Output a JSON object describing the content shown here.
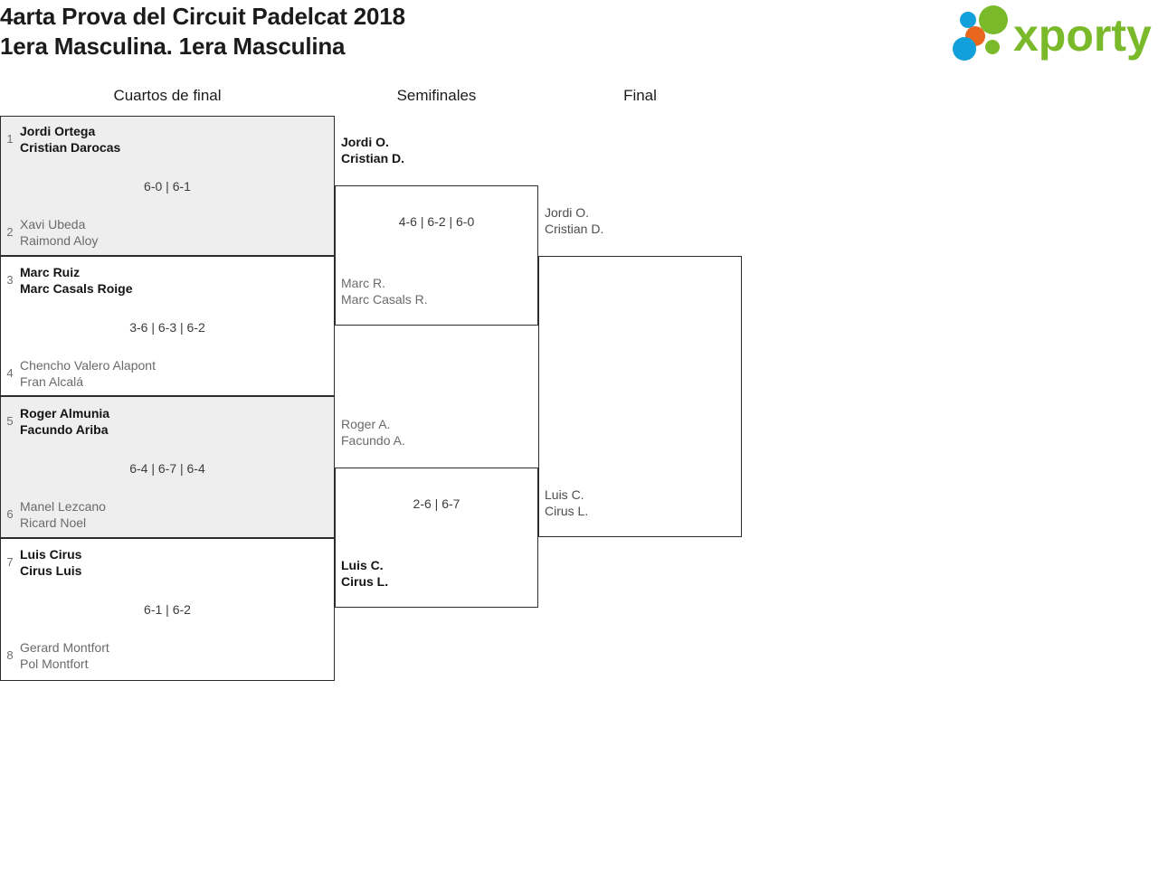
{
  "header": {
    "title_line1": "4arta Prova del Circuit Padelcat 2018",
    "title_line2": "1era Masculina. 1era Masculina",
    "logo_text": "xporty",
    "logo_colors": {
      "green": "#7ab929",
      "blue": "#12a0db",
      "orange": "#e8671c"
    }
  },
  "rounds": {
    "r1_label": "Cuartos de final",
    "r2_label": "Semifinales",
    "r3_label": "Final"
  },
  "colors": {
    "shaded_row": "#eeeeee",
    "line": "#2b2b2b",
    "winner_text": "#141414",
    "loser_text": "#6a6a6a"
  },
  "quarterfinals": [
    {
      "top": {
        "seed": "1",
        "player1": "Jordi Ortega",
        "player2": "Cristian Darocas",
        "result": "winner"
      },
      "bottom": {
        "seed": "2",
        "player1": "Xavi Ubeda",
        "player2": "Raimond Aloy",
        "result": "loser"
      },
      "score": "6-0 | 6-1"
    },
    {
      "top": {
        "seed": "3",
        "player1": "Marc Ruiz",
        "player2": "Marc Casals Roige",
        "result": "winner"
      },
      "bottom": {
        "seed": "4",
        "player1": "Chencho Valero Alapont",
        "player2": "Fran Alcalá",
        "result": "loser"
      },
      "score": "3-6 | 6-3 | 6-2"
    },
    {
      "top": {
        "seed": "5",
        "player1": "Roger Almunia",
        "player2": "Facundo Ariba",
        "result": "winner"
      },
      "bottom": {
        "seed": "6",
        "player1": "Manel Lezcano",
        "player2": "Ricard Noel",
        "result": "loser"
      },
      "score": "6-4 | 6-7 | 6-4"
    },
    {
      "top": {
        "seed": "7",
        "player1": "Luis Cirus",
        "player2": "Cirus Luis",
        "result": "winner"
      },
      "bottom": {
        "seed": "8",
        "player1": "Gerard Montfort",
        "player2": "Pol Montfort",
        "result": "loser"
      },
      "score": "6-1 | 6-2"
    }
  ],
  "semifinals": [
    {
      "top": {
        "player1": "Jordi O.",
        "player2": "Cristian D.",
        "result": "winner"
      },
      "bottom": {
        "player1": "Marc R.",
        "player2": "Marc Casals R.",
        "result": "loser"
      },
      "score": "4-6 | 6-2 | 6-0"
    },
    {
      "top": {
        "player1": "Roger A.",
        "player2": "Facundo A.",
        "result": "loser"
      },
      "bottom": {
        "player1": "Luis C.",
        "player2": "Cirus L.",
        "result": "winner"
      },
      "score": "2-6 | 6-7"
    }
  ],
  "final": {
    "top": {
      "player1": "Jordi O.",
      "player2": "Cristian D.",
      "result": "neutral"
    },
    "bottom": {
      "player1": "Luis C.",
      "player2": "Cirus L.",
      "result": "neutral"
    },
    "score": ""
  }
}
